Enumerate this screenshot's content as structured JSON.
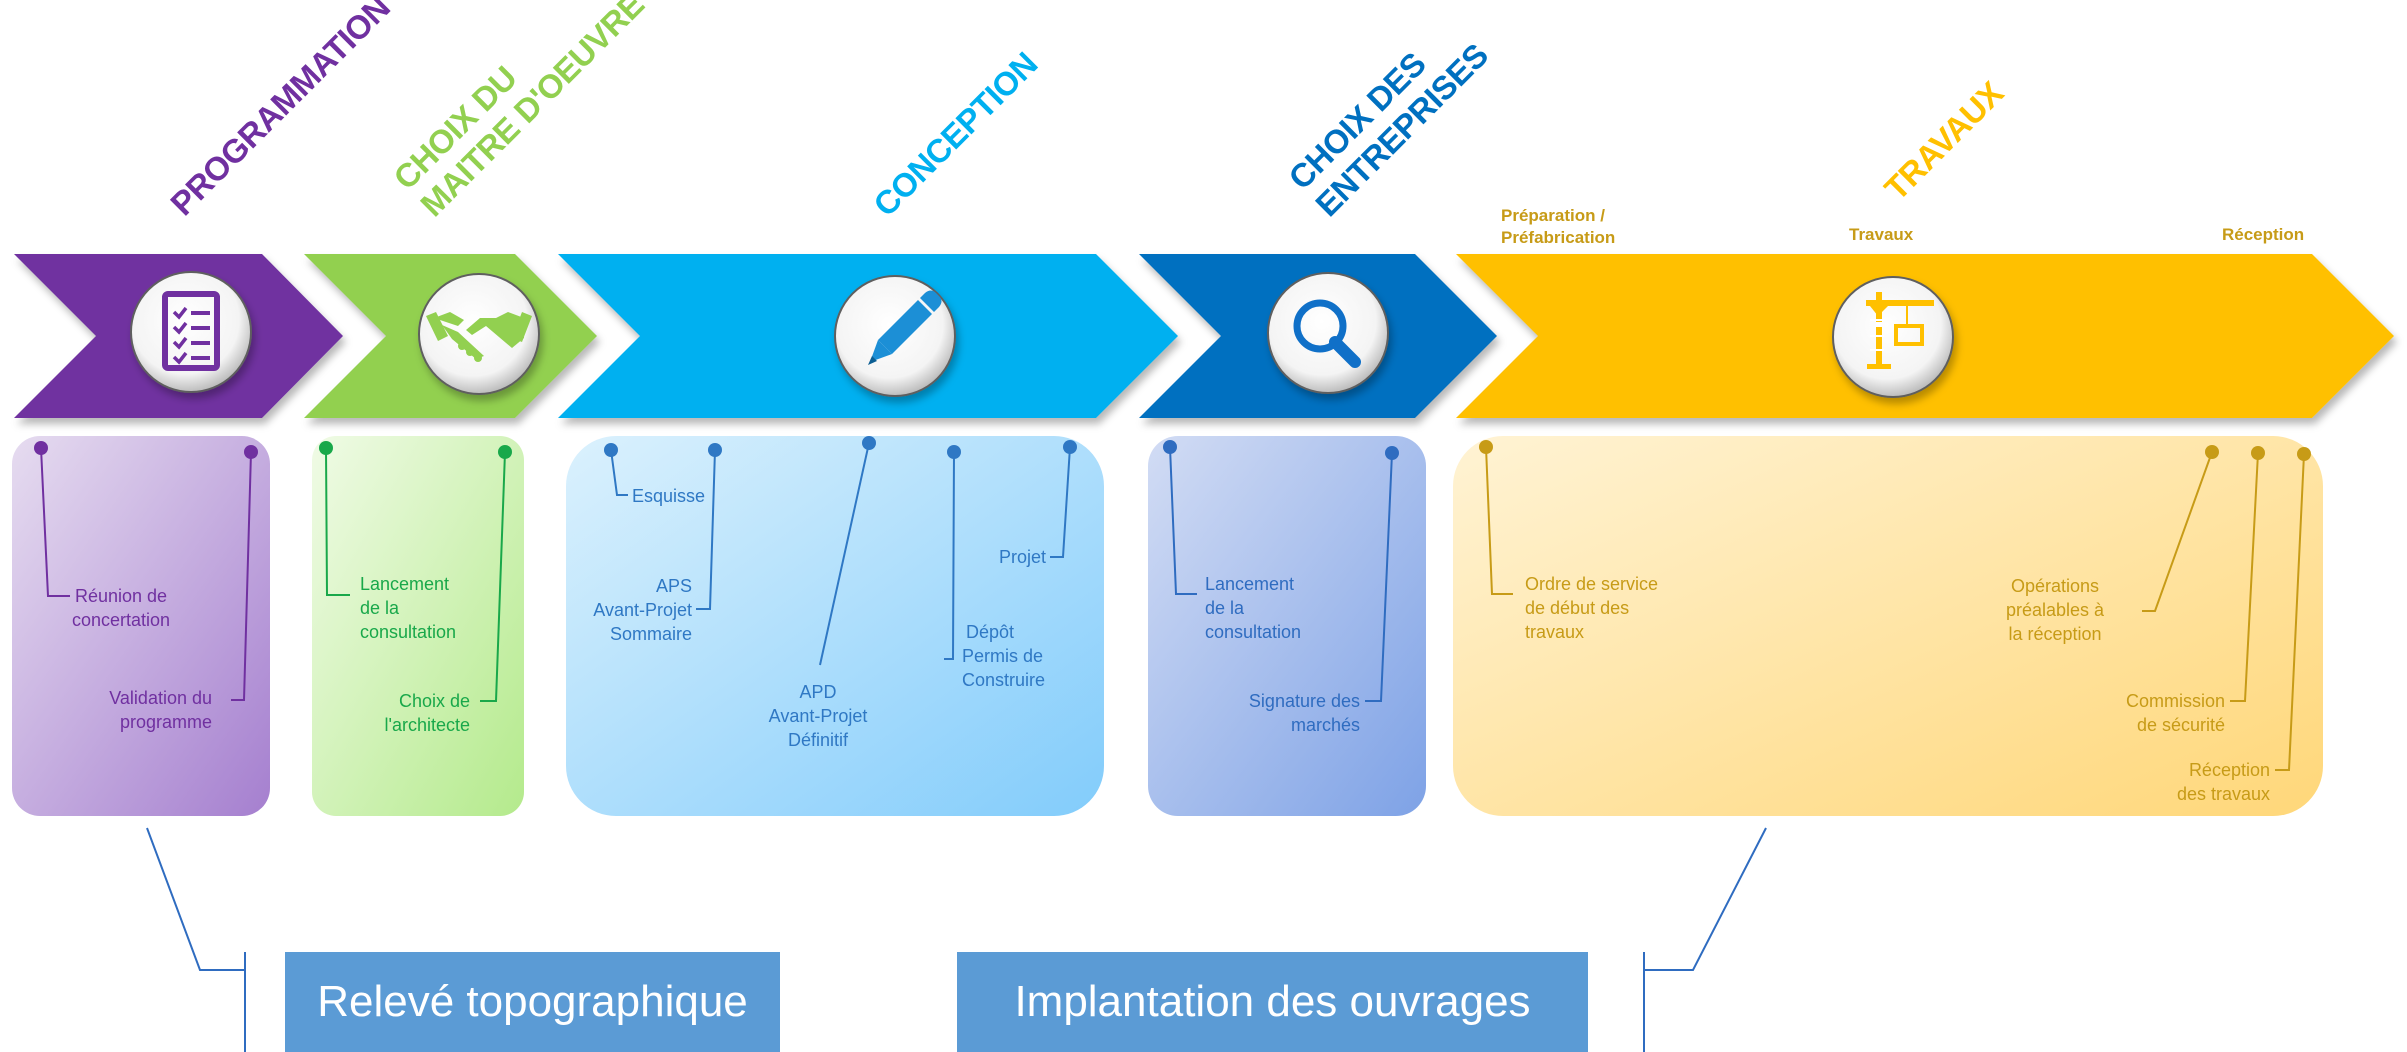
{
  "colors": {
    "programmation": "#7030a0",
    "choix_moe": "#92d050",
    "conception": "#00b0f0",
    "choix_entreprises": "#0070c0",
    "travaux": "#ffc000",
    "bottom_box": "#5b9bd5"
  },
  "phases": {
    "programmation": {
      "title": "PROGRAMMATION",
      "icon": "checklist-icon"
    },
    "choix_moe": {
      "title_line1": "CHOIX DU",
      "title_line2": "MAITRE D'OEUVRE",
      "icon": "handshake-icon"
    },
    "conception": {
      "title": "CONCEPTION",
      "icon": "pencil-icon"
    },
    "choix_entreprises": {
      "title_line1": "CHOIX DES",
      "title_line2": "ENTREPRISES",
      "icon": "magnifier-icon"
    },
    "travaux": {
      "title": "TRAVAUX",
      "icon": "crane-icon"
    }
  },
  "travaux_sublabels": {
    "preparation_line1": "Préparation /",
    "preparation_line2": "Préfabrication",
    "travaux": "Travaux",
    "reception": "Réception"
  },
  "steps": {
    "programmation": {
      "reunion": [
        "Réunion de",
        "concertation"
      ],
      "validation": [
        "Validation du",
        "programme"
      ]
    },
    "choix_moe": {
      "lancement": [
        "Lancement",
        "de la",
        "consultation"
      ],
      "choix": [
        "Choix de",
        "l'architecte"
      ]
    },
    "conception": {
      "esquisse": [
        "Esquisse"
      ],
      "aps": [
        "APS",
        "Avant-Projet",
        "Sommaire"
      ],
      "apd": [
        "APD",
        "Avant-Projet",
        "Définitif"
      ],
      "depot": [
        "Dépôt",
        "Permis de",
        "Construire"
      ],
      "projet": [
        "Projet"
      ]
    },
    "choix_entreprises": {
      "lancement": [
        "Lancement",
        "de la",
        "consultation"
      ],
      "signature": [
        "Signature des",
        "marchés"
      ]
    },
    "travaux": {
      "ordre": [
        "Ordre de service",
        "de début des",
        "travaux"
      ],
      "operations": [
        "Opérations",
        "préalables à",
        "la réception"
      ],
      "commission": [
        "Commission",
        "de sécurité"
      ],
      "reception": [
        "Réception",
        "des travaux"
      ]
    }
  },
  "bottom": {
    "releve": "Relevé topographique",
    "implantation": "Implantation des ouvrages"
  }
}
